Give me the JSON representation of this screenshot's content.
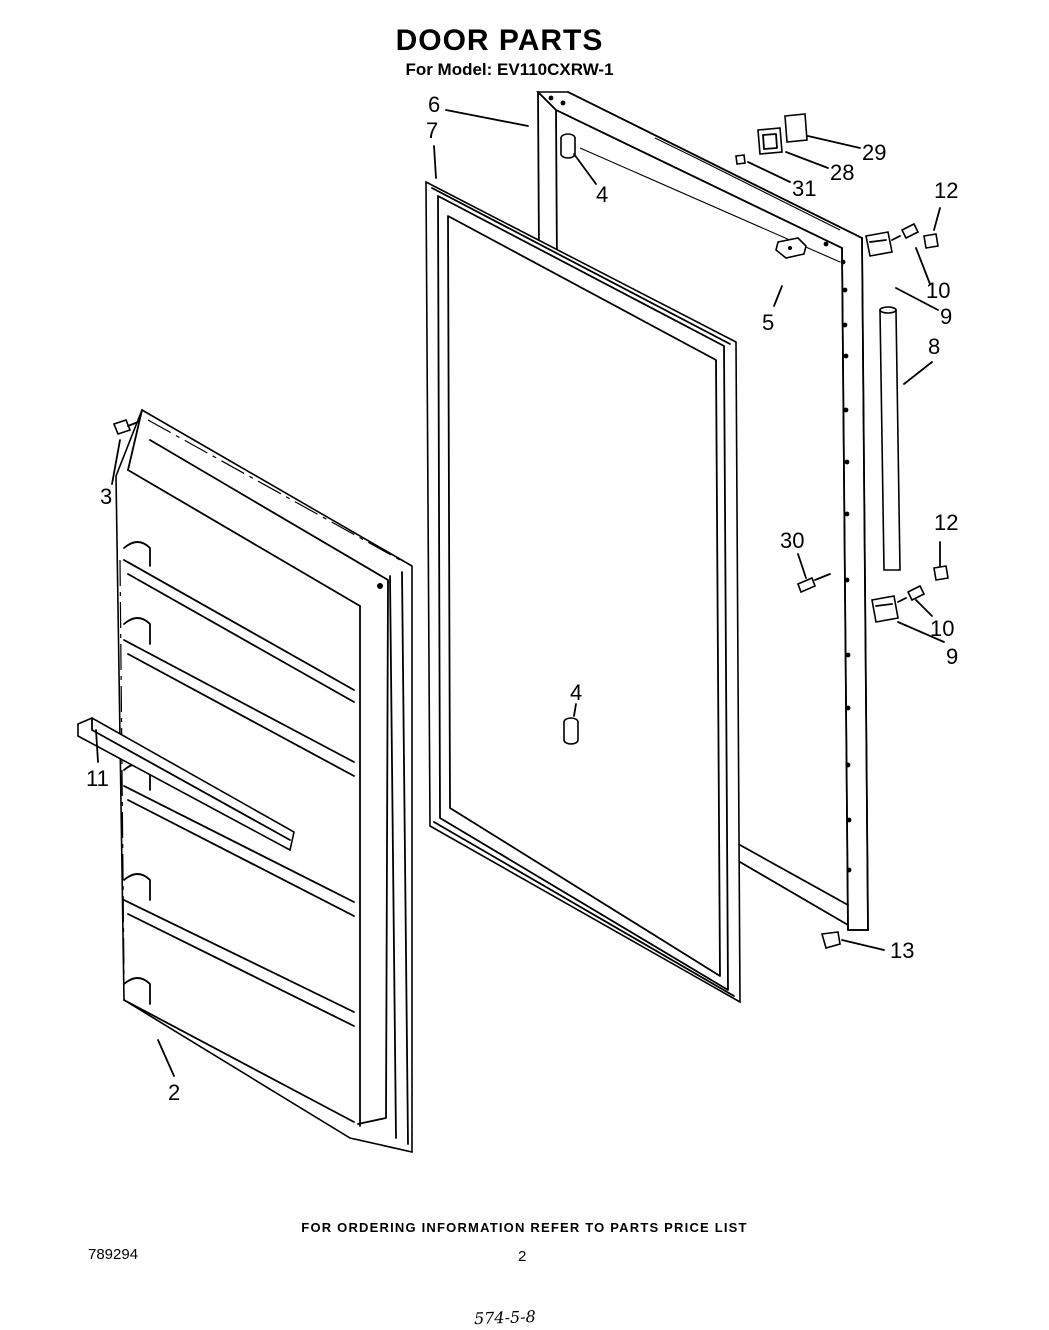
{
  "header": {
    "title": "DOOR PARTS",
    "subtitle": "For Model: EV110CXRW-1"
  },
  "callouts": [
    "6",
    "7",
    "4",
    "29",
    "28",
    "31",
    "12",
    "10",
    "9",
    "5",
    "8",
    "3",
    "12",
    "30",
    "10",
    "9",
    "4",
    "11",
    "13",
    "2"
  ],
  "footer": {
    "ordering_note": "FOR ORDERING INFORMATION REFER TO PARTS PRICE LIST",
    "doc_number": "789294",
    "page_number": "2",
    "handwritten_note": "574-5-8"
  }
}
